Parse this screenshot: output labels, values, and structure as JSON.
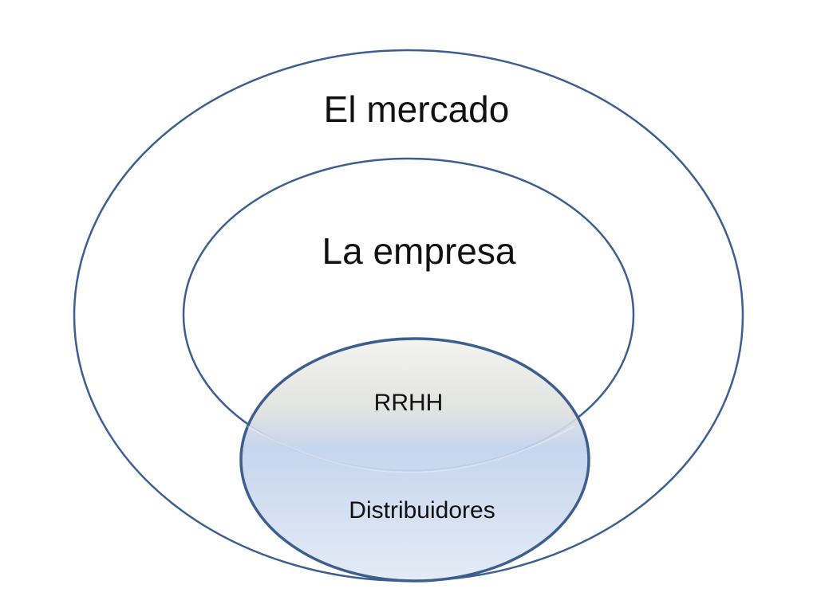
{
  "diagram": {
    "outer_label": "El mercado",
    "middle_label": "La empresa",
    "inner_top_label": "RRHH",
    "inner_bottom_label": "Distribuidores"
  },
  "colors": {
    "stroke": "#3d5f8f",
    "gradient_top": "#f2f2f0",
    "gradient_mid_grey": "#dfe1df",
    "gradient_mid_blue": "#c1d2ec",
    "gradient_bottom": "#e2e9f5"
  }
}
